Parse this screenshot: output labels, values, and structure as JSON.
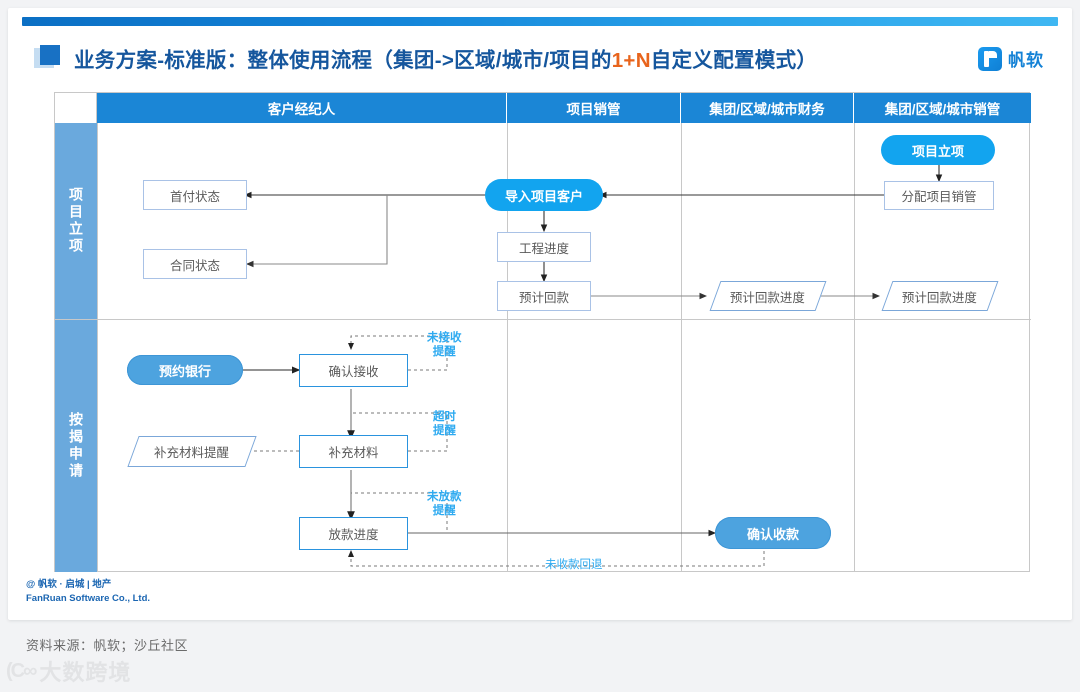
{
  "title": {
    "prefix": "业务方案-标准版：整体使用流程（集团->区域/城市/项目的",
    "highlight": "1+N",
    "suffix": "自定义配置模式）"
  },
  "brand": {
    "name": "帆软",
    "logo_icon": "fanruan-logo-icon"
  },
  "table": {
    "columns": [
      "",
      "客户经纪人",
      "项目销管",
      "集团/区域/城市财务",
      "集团/区域/城市销管"
    ],
    "rows": [
      {
        "label": "项目立项"
      },
      {
        "label": "按揭申请"
      }
    ]
  },
  "nodes": {
    "first_payment_status": "首付状态",
    "contract_status": "合同状态",
    "import_project_customer": "导入项目客户",
    "project_progress": "工程进度",
    "expected_payment": "预计回款",
    "expected_payment_progress_finance": "预计回款进度",
    "expected_payment_progress_sales": "预计回款进度",
    "project_initiation": "项目立项",
    "assign_project_sales": "分配项目销管",
    "book_bank": "预约银行",
    "confirm_receipt": "确认接收",
    "supplement_material": "补充材料",
    "supplement_material_reminder": "补充材料提醒",
    "disbursement_progress": "放款进度",
    "confirm_collection": "确认收款"
  },
  "notes": {
    "not_received_reminder_l1": "未接收",
    "not_received_reminder_l2": "提醒",
    "timeout_reminder_l1": "超时",
    "timeout_reminder_l2": "提醒",
    "not_disbursed_reminder_l1": "未放款",
    "not_disbursed_reminder_l2": "提醒",
    "unpaid_rollback": "未收款回退"
  },
  "card_footer": {
    "line1": "@ 帆软 · 启城 | 地产",
    "line2": "FanRuan Software Co., Ltd."
  },
  "footer": {
    "source": "资料来源：帆软；沙丘社区",
    "watermark": "大数跨境"
  },
  "colors": {
    "header_blue": "#1b86d6",
    "side_blue": "#6aa9dd",
    "pill_blue": "#12a4ef",
    "pill_soft_blue": "#4da3df",
    "note_blue": "#2eaaf0",
    "title_blue": "#15569d",
    "highlight_orange": "#e8641c"
  }
}
